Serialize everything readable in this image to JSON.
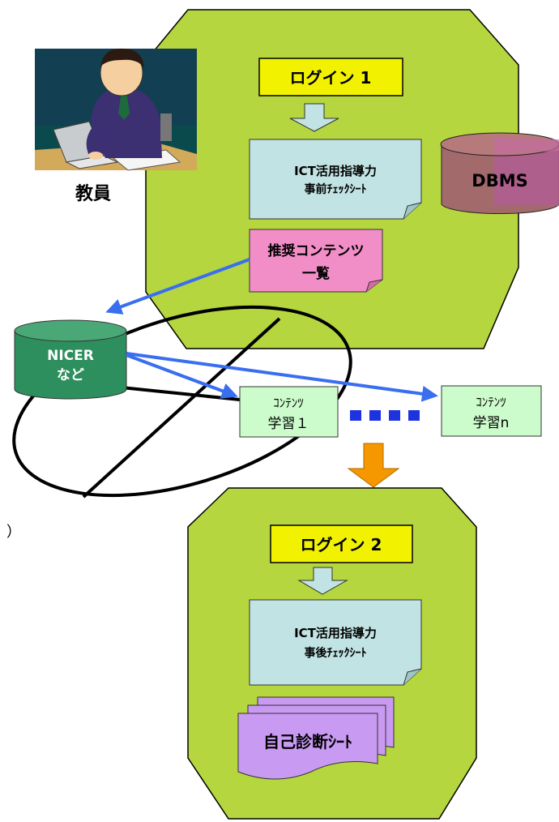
{
  "teacher": {
    "label": "教員",
    "illustration": "teacher-at-laptop"
  },
  "login1": {
    "label": "ログイン 1"
  },
  "login2": {
    "label": "ログイン 2"
  },
  "pre_check": {
    "line1": "ICT活用指導力",
    "line2": "事前ﾁｪｯｸｼｰﾄ"
  },
  "post_check": {
    "line1": "ICT活用指導力",
    "line2": "事後ﾁｪｯｸｼｰﾄ"
  },
  "recommend": {
    "line1": "推奨コンテンツ",
    "line2": "一覧"
  },
  "dbms": {
    "label": "DBMS"
  },
  "nicer": {
    "line1": "NICER",
    "line2": "など"
  },
  "content1": {
    "line1": "ｺﾝﾃﾝﾂ",
    "line2": "学習１"
  },
  "content_n": {
    "line1": "ｺﾝﾃﾝﾂ",
    "line2": "学習n"
  },
  "self_diag": {
    "label": "自己診断ｼｰﾄ"
  },
  "stray_mark": {
    "label": "）"
  },
  "colors": {
    "panel": "#b5d63e",
    "login_fill": "#f2f200",
    "check_fill": "#c2e3e3",
    "recommend_fill": "#f18ec8",
    "content_fill": "#ccfccc",
    "nicer_fill": "#2e8f5e",
    "dbms_fill": "#a36a6c",
    "dbms_overlay": "#b15d92",
    "arrow_blue": "#3a6ef0",
    "arrow_orange": "#f59800",
    "dots_blue": "#1d33e0",
    "self_diag_fill": "#c99af2"
  }
}
